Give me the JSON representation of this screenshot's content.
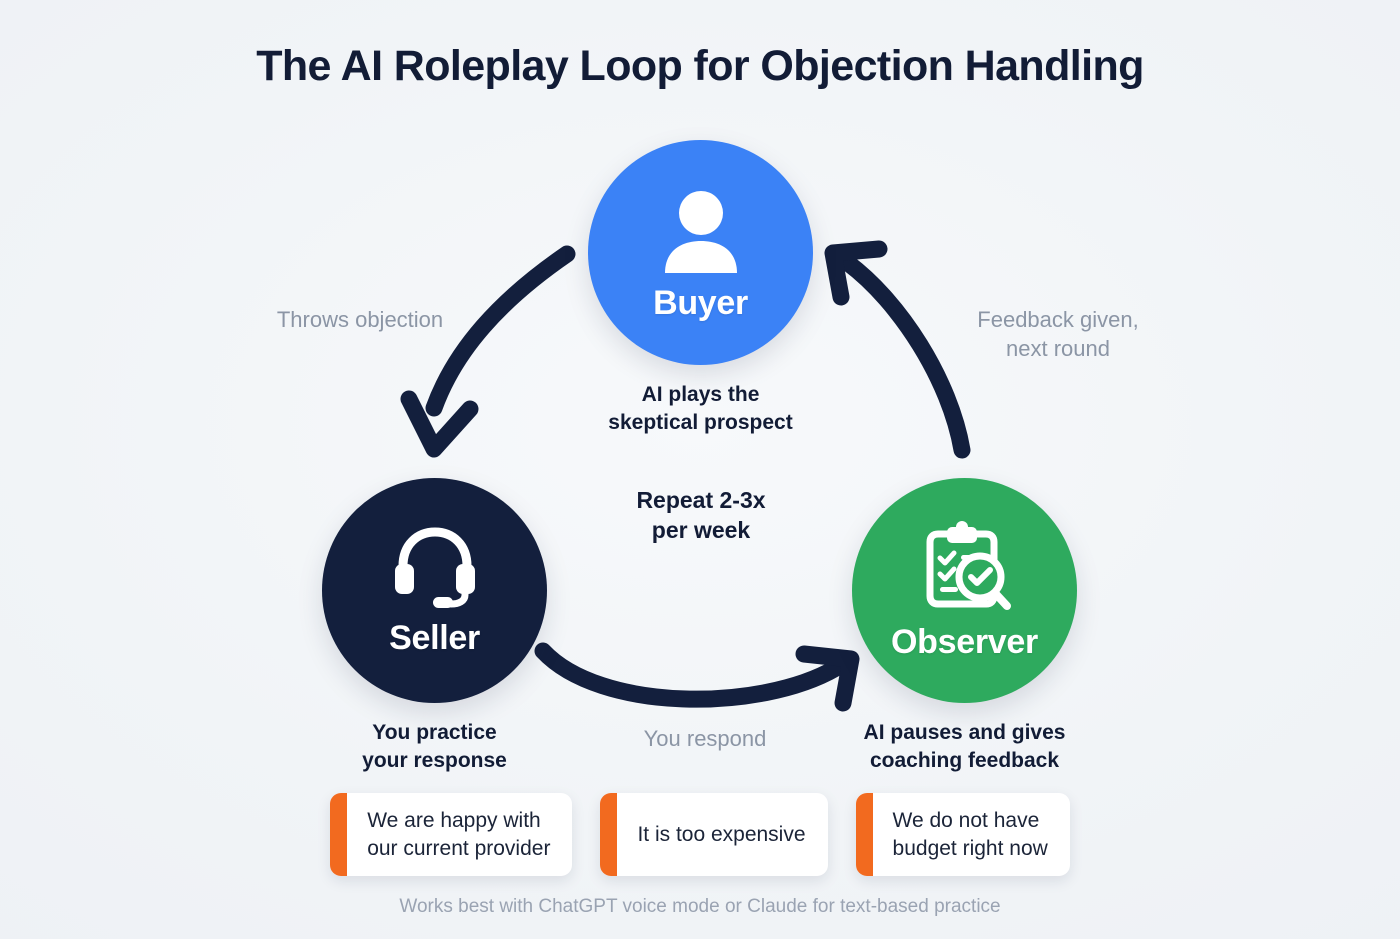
{
  "title": "The AI Roleplay Loop for Objection Handling",
  "colors": {
    "background": "#f2f5f8",
    "buyer": "#3b82f6",
    "seller": "#131f3d",
    "observer": "#2eaa5e",
    "arrow": "#131f3d",
    "accent_orange": "#f26a1f",
    "title_text": "#121c36",
    "muted_text": "#8b95a5"
  },
  "nodes": [
    {
      "id": "buyer",
      "label": "Buyer",
      "caption": "AI plays the\nskeptical prospect",
      "icon": "person-icon",
      "color": "#3b82f6"
    },
    {
      "id": "seller",
      "label": "Seller",
      "caption": "You practice\nyour response",
      "icon": "headset-icon",
      "color": "#131f3d"
    },
    {
      "id": "observer",
      "label": "Observer",
      "caption": "AI pauses and gives\ncoaching feedback",
      "icon": "clipboard-search-icon",
      "color": "#2eaa5e"
    }
  ],
  "edges": [
    {
      "id": "buyer-to-seller",
      "label": "Throws objection",
      "from": "buyer",
      "to": "seller"
    },
    {
      "id": "seller-to-observer",
      "label": "You respond",
      "from": "seller",
      "to": "observer"
    },
    {
      "id": "observer-to-buyer",
      "label": "Feedback given,\nnext round",
      "from": "observer",
      "to": "buyer"
    }
  ],
  "center_note": "Repeat 2-3x\nper week",
  "objection_cards": [
    {
      "text": "We are happy with\nour current provider"
    },
    {
      "text": "It is too expensive"
    },
    {
      "text": "We do not have\nbudget right now"
    }
  ],
  "footer": "Works best with ChatGPT voice mode or Claude for text-based practice"
}
